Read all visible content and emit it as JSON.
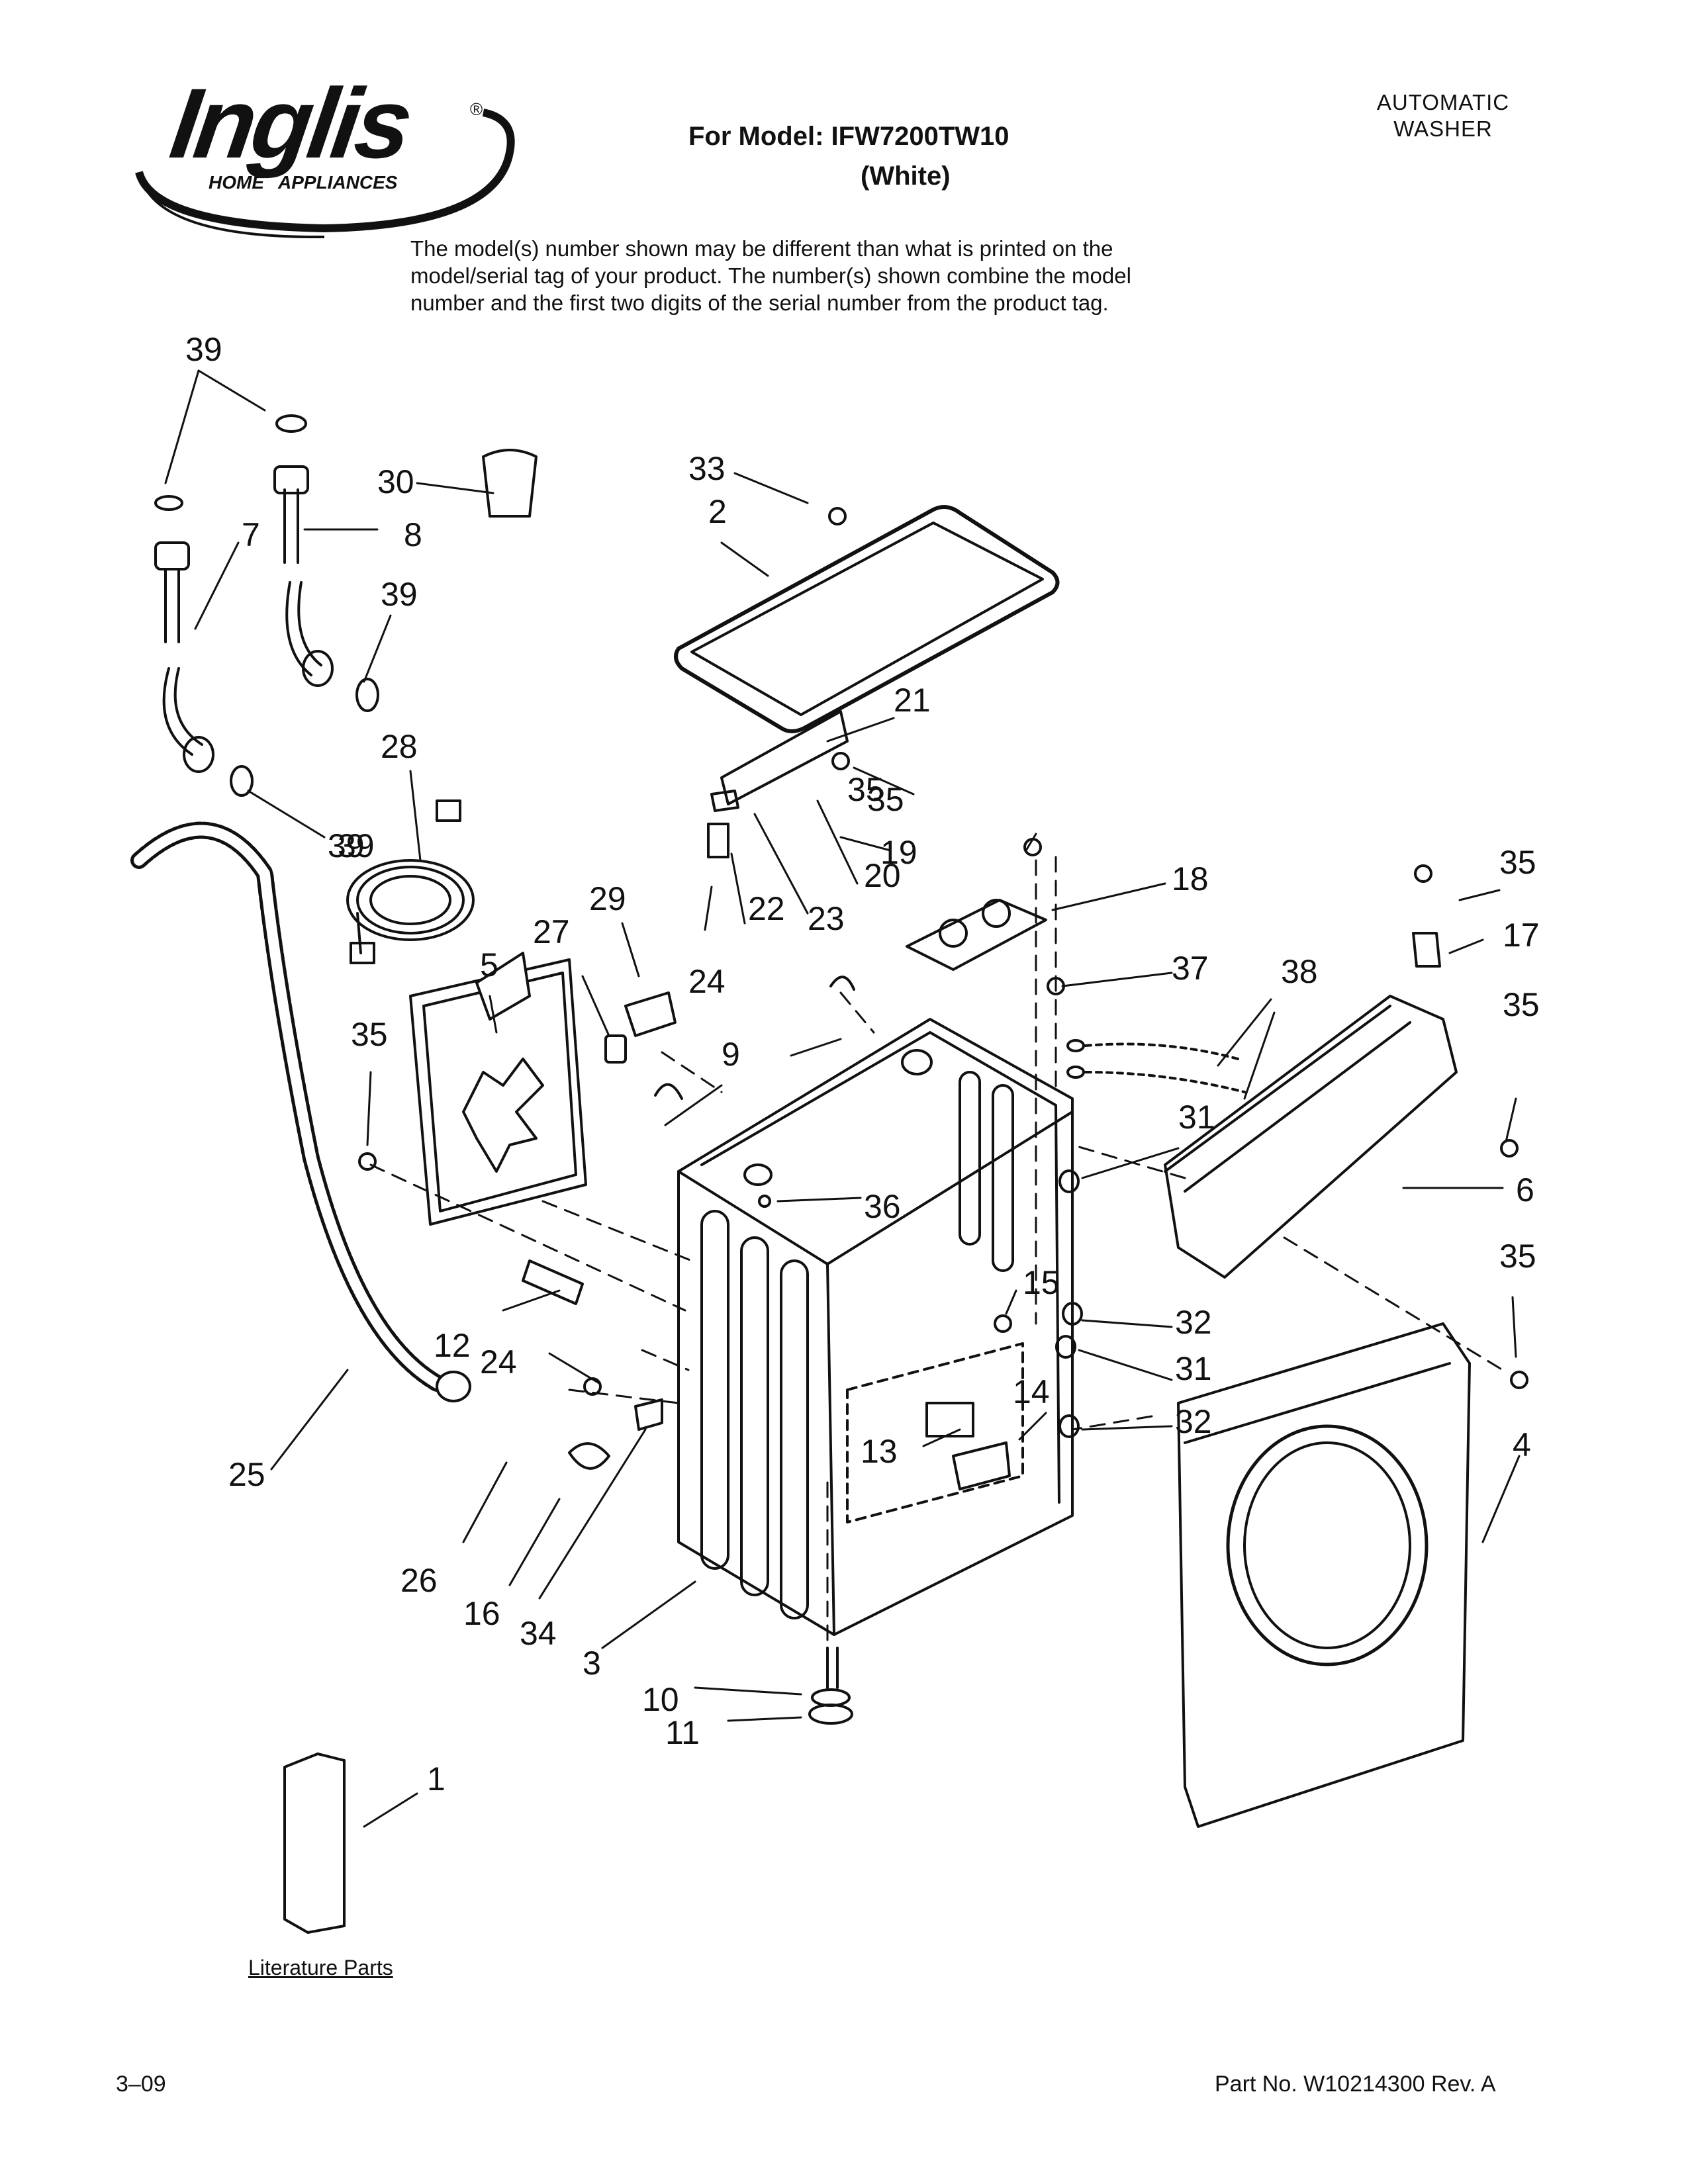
{
  "brand": {
    "name": "Inglis",
    "registered": "®",
    "tagline_left": "HOME",
    "tagline_right": "APPLIANCES"
  },
  "header": {
    "model_line": "For Model: IFW7200TW10",
    "color_line": "(White)",
    "product_line1": "AUTOMATIC",
    "product_line2": "WASHER"
  },
  "note": {
    "line1": "The model(s) number shown may be different than what is printed on the",
    "line2": "model/serial tag of your product. The number(s) shown combine the model",
    "line3": "number and the first two digits of the serial number from the product tag."
  },
  "literature_label": "Literature Parts",
  "footer": {
    "date": "3–09",
    "part_no": "Part No. W10214300 Rev. A"
  },
  "callouts": [
    "39",
    "30",
    "33",
    "2",
    "7",
    "8",
    "39",
    "39",
    "28",
    "39",
    "21",
    "35",
    "19",
    "20",
    "23",
    "22",
    "24",
    "35",
    "18",
    "35",
    "17",
    "27",
    "29",
    "5",
    "35",
    "37",
    "38",
    "35",
    "9",
    "31",
    "6",
    "36",
    "35",
    "15",
    "32",
    "12",
    "24",
    "31",
    "14",
    "32",
    "13",
    "25",
    "26",
    "16",
    "34",
    "3",
    "4",
    "10",
    "11",
    "1"
  ],
  "colors": {
    "ink": "#111111",
    "paper": "#ffffff",
    "shade": "#c8c8c8"
  }
}
